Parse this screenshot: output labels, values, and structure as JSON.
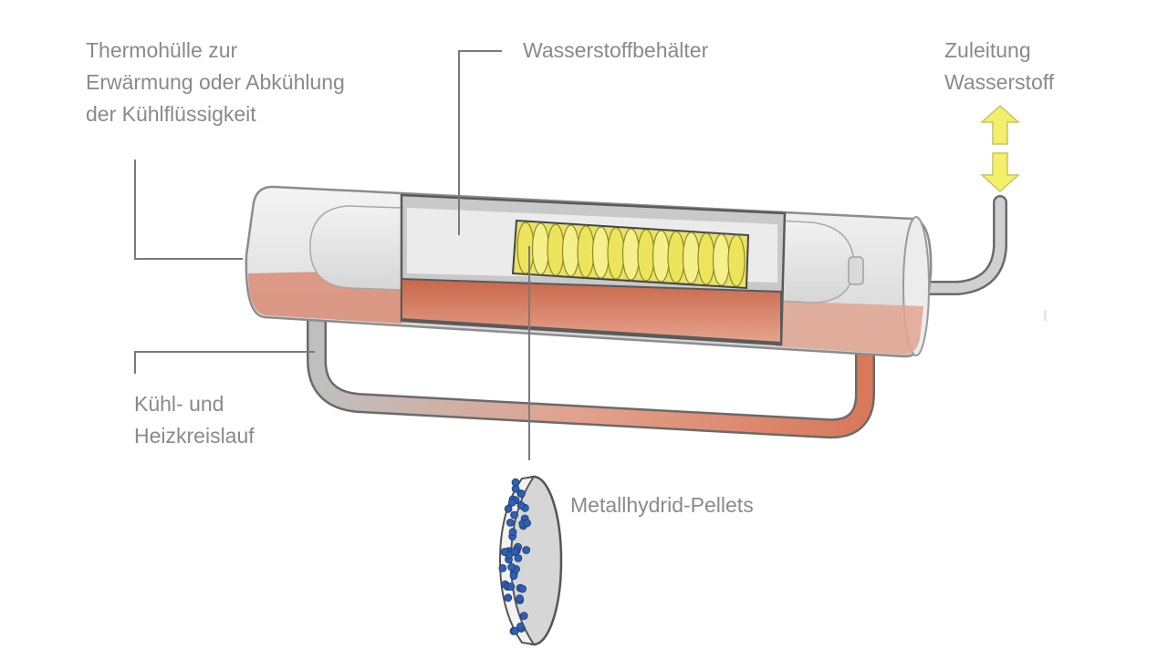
{
  "labels": {
    "thermo": [
      "Thermohülle zur",
      "Erwärmung oder Abkühlung",
      "der Kühlflüssigkeit"
    ],
    "container": [
      "Wasserstoffbehälter"
    ],
    "supply": [
      "Zuleitung",
      "Wasserstoff"
    ],
    "circuit": [
      "Kühl- und",
      "Heizkreislauf"
    ],
    "pellets": [
      "Metallhydrid-Pellets"
    ]
  },
  "colors": {
    "label_text": "#8a8a8a",
    "leader_line": "#7a7a7a",
    "tube_shell": "#e6e6e6",
    "tube_outline": "#9a9a9a",
    "coolant": "#d9785a",
    "pellet_yellow": "#f0ea5a",
    "arrow_yellow": "#f4ef6a",
    "hydrogen_atom": "#2f5fb0"
  }
}
